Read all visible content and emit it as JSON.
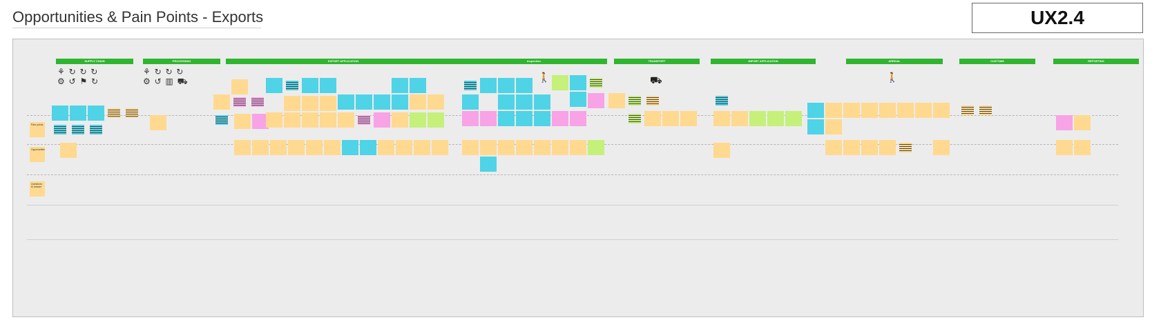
{
  "header": {
    "title": "Opportunities & Pain Points - Exports",
    "badge": "UX2.4"
  },
  "phases": [
    "SUPPLY CHAIN",
    "PROCESSING",
    "EXPORT APPLICATION",
    "Inspection",
    "TRANSPORT",
    "IMPORT APPLICATION",
    "ARRIVAL",
    "CUSTOMS",
    "REPORTING"
  ],
  "rows": {
    "pain_points": "Pain points",
    "opportunities": "Opportunities",
    "questions": "Questions to answer"
  }
}
